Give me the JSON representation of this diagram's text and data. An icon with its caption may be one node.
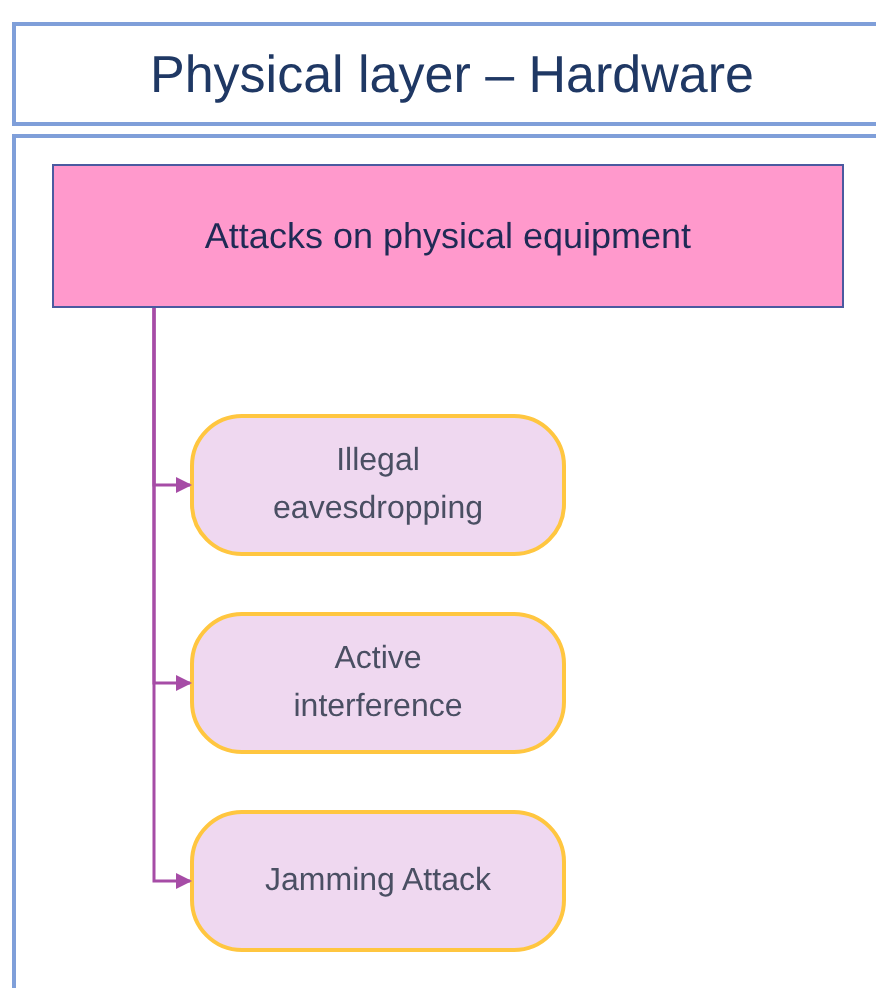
{
  "diagram": {
    "nodes": [
      {
        "text": [
          "Physical layer – Hardware"
        ]
      },
      {
        "text": [],
        "shape": "box"
      },
      {
        "text": [
          "Attacks on physical equipment"
        ],
        "in": 1
      },
      {
        "text": [
          "Illegal eavesdropping"
        ],
        "in": 1
      },
      {
        "text": [
          "Active interference"
        ],
        "in": 1
      },
      {
        "text": [
          "Jamming Attack"
        ],
        "in": 1
      }
    ],
    "edges": [
      {
        "from": 2,
        "to": 3,
        "arrow": "to"
      },
      {
        "from": 2,
        "to": 4,
        "arrow": "to"
      },
      {
        "from": 2,
        "to": 5,
        "arrow": "to"
      }
    ]
  }
}
